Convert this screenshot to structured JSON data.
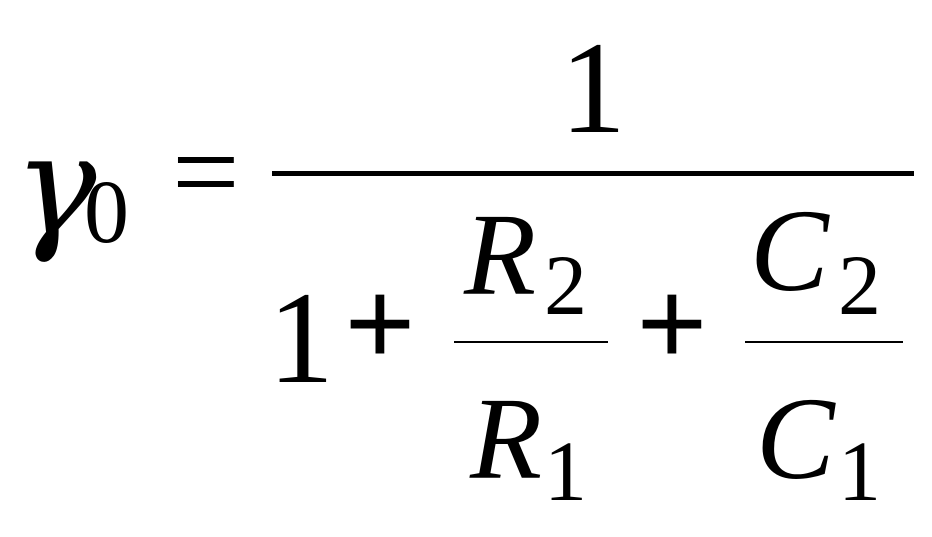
{
  "formula": {
    "lhs": {
      "symbol": "𝛾",
      "subscript": "0"
    },
    "equals": "=",
    "numerator": "1",
    "denominator": {
      "one": "1",
      "plus_1": "+",
      "plus_2": "+",
      "term_r": {
        "num_symbol": "R",
        "num_subscript": "2",
        "den_symbol": "R",
        "den_subscript": "1"
      },
      "term_c": {
        "num_symbol": "C",
        "num_subscript": "2",
        "den_symbol": "C",
        "den_subscript": "1"
      }
    }
  }
}
